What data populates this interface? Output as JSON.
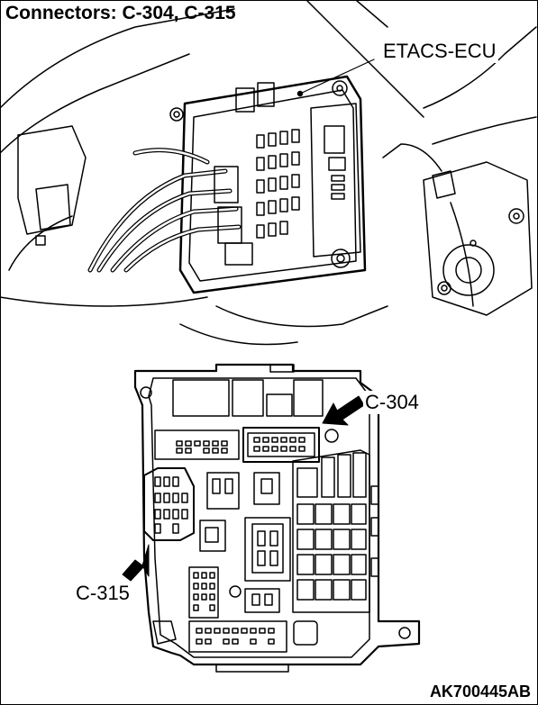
{
  "title": "Connectors: C-304, C-315",
  "labels": {
    "etacs": "ETACS-ECU",
    "c304": "C-304",
    "c315": "C-315"
  },
  "figure_code": "AK700445AB"
}
